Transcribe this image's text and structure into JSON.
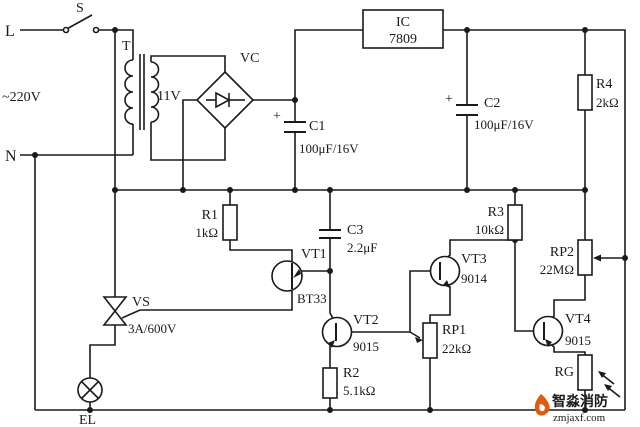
{
  "mains": {
    "live": "L",
    "neutral": "N",
    "voltage": "~220V",
    "switch": "S"
  },
  "power_supply": {
    "transformer": {
      "ref": "T",
      "secondary_voltage": "11V"
    },
    "bridge": {
      "ref": "VC"
    },
    "regulator": {
      "line1": "IC",
      "line2": "7809"
    },
    "c1": {
      "ref": "C1",
      "value": "100μF/16V",
      "polarity": "+"
    },
    "c2": {
      "ref": "C2",
      "value": "100μF/16V",
      "polarity": "+"
    }
  },
  "trigger": {
    "r1": {
      "ref": "R1",
      "value": "1kΩ"
    },
    "c3": {
      "ref": "C3",
      "value": "2.2μF"
    },
    "vt1": {
      "ref": "VT1",
      "value": "BT33"
    },
    "vt2": {
      "ref": "VT2",
      "value": "9015"
    },
    "r2": {
      "ref": "R2",
      "value": "5.1kΩ"
    },
    "rp1": {
      "ref": "RP1",
      "value": "22kΩ"
    }
  },
  "sensing": {
    "vt3": {
      "ref": "VT3",
      "value": "9014"
    },
    "r3": {
      "ref": "R3",
      "value": "10kΩ"
    },
    "rp2": {
      "ref": "RP2",
      "value": "22MΩ"
    },
    "vt4": {
      "ref": "VT4",
      "value": "9015"
    },
    "r4": {
      "ref": "R4",
      "value": "2kΩ"
    },
    "rg": {
      "ref": "RG"
    }
  },
  "load": {
    "triac": {
      "ref": "VS",
      "value": "3A/600V"
    },
    "lamp": {
      "ref": "EL"
    }
  },
  "watermark": {
    "name": "智淼消防",
    "site": "zmjaxf.com"
  },
  "colors": {
    "line": "#1a1a1a",
    "background": "#ffffff",
    "watermark_text": "#c4242b",
    "watermark_logo": "#e05a10"
  }
}
